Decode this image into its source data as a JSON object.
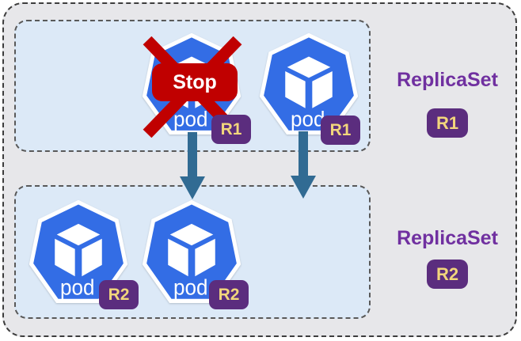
{
  "diagram": {
    "type": "kubernetes-replicaset-update",
    "groups": [
      {
        "label": "ReplicaSet",
        "badge": "R1",
        "pods": [
          {
            "label": "pod",
            "badge": "R1",
            "status": "stopped",
            "stop_label": "Stop"
          },
          {
            "label": "pod",
            "badge": "R1",
            "status": "running"
          }
        ]
      },
      {
        "label": "ReplicaSet",
        "badge": "R2",
        "pods": [
          {
            "label": "pod",
            "badge": "R2",
            "status": "running"
          },
          {
            "label": "pod",
            "badge": "R2",
            "status": "running"
          }
        ]
      }
    ],
    "arrows": [
      {
        "from": "replicaset-r1-pod-1",
        "to": "replicaset-r2-box",
        "direction": "down"
      },
      {
        "from": "replicaset-r1-pod-2",
        "to": "replicaset-r2-box",
        "direction": "down"
      }
    ],
    "colors": {
      "pod_blue": "#336de5",
      "pod_outline": "#ffffff",
      "stop_red": "#c00000",
      "arrow_blue": "#316b93",
      "badge_purple": "#5b2d7e",
      "badge_text": "#f2d67c",
      "replicaset_text": "#7030a0",
      "outer_bg": "#e7e7ea",
      "inner_bg": "#dce9f7"
    }
  }
}
